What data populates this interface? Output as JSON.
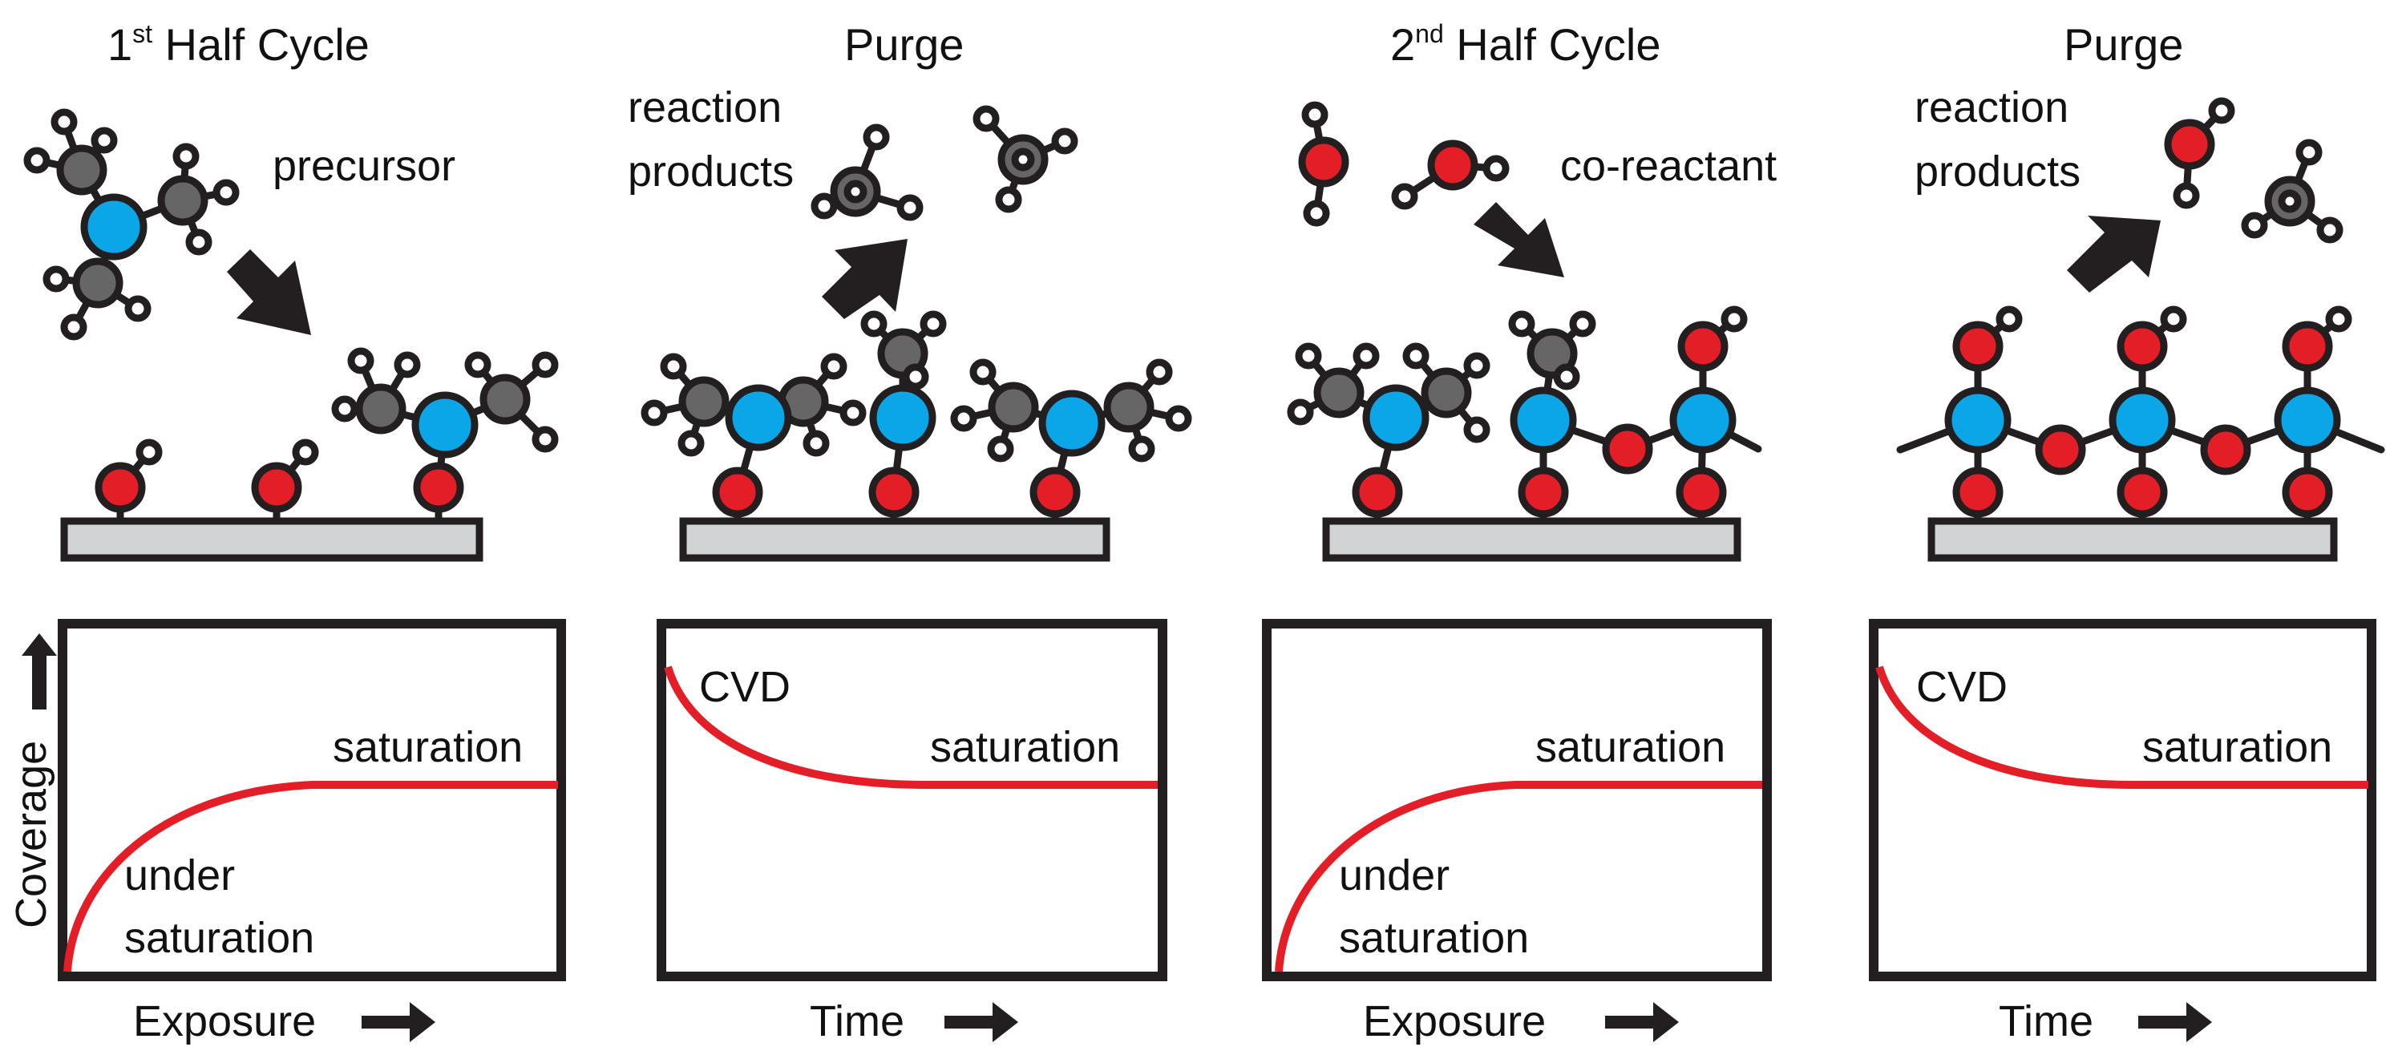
{
  "colors": {
    "metal": "#0aa6e8",
    "ligand": "#666666",
    "oxygen": "#e41e26",
    "hydrogen": "#ffffff",
    "outline": "#231f20",
    "substrate": "#d1d3d4",
    "curve": "#e41e26"
  },
  "panels": [
    {
      "title": {
        "prefix": "1",
        "sup": "st",
        "rest": " Half Cycle"
      },
      "label_lines": [
        "precursor"
      ],
      "xlabel": "Exposure",
      "curve": {
        "type": "adsorption",
        "annotations": [
          "saturation",
          "under",
          "saturation"
        ]
      }
    },
    {
      "title": {
        "prefix": "Purge",
        "sup": "",
        "rest": ""
      },
      "label_lines": [
        "reaction",
        "products"
      ],
      "xlabel": "Time",
      "curve": {
        "type": "desorption",
        "annotations": [
          "CVD",
          "saturation"
        ]
      }
    },
    {
      "title": {
        "prefix": "2",
        "sup": "nd",
        "rest": " Half Cycle"
      },
      "label_lines": [
        "co-reactant"
      ],
      "xlabel": "Exposure",
      "curve": {
        "type": "adsorption",
        "annotations": [
          "saturation",
          "under",
          "saturation"
        ]
      }
    },
    {
      "title": {
        "prefix": "Purge",
        "sup": "",
        "rest": ""
      },
      "label_lines": [
        "reaction",
        "products"
      ],
      "xlabel": "Time",
      "curve": {
        "type": "desorption",
        "annotations": [
          "CVD",
          "saturation"
        ]
      }
    }
  ],
  "ylabel": "Coverage"
}
